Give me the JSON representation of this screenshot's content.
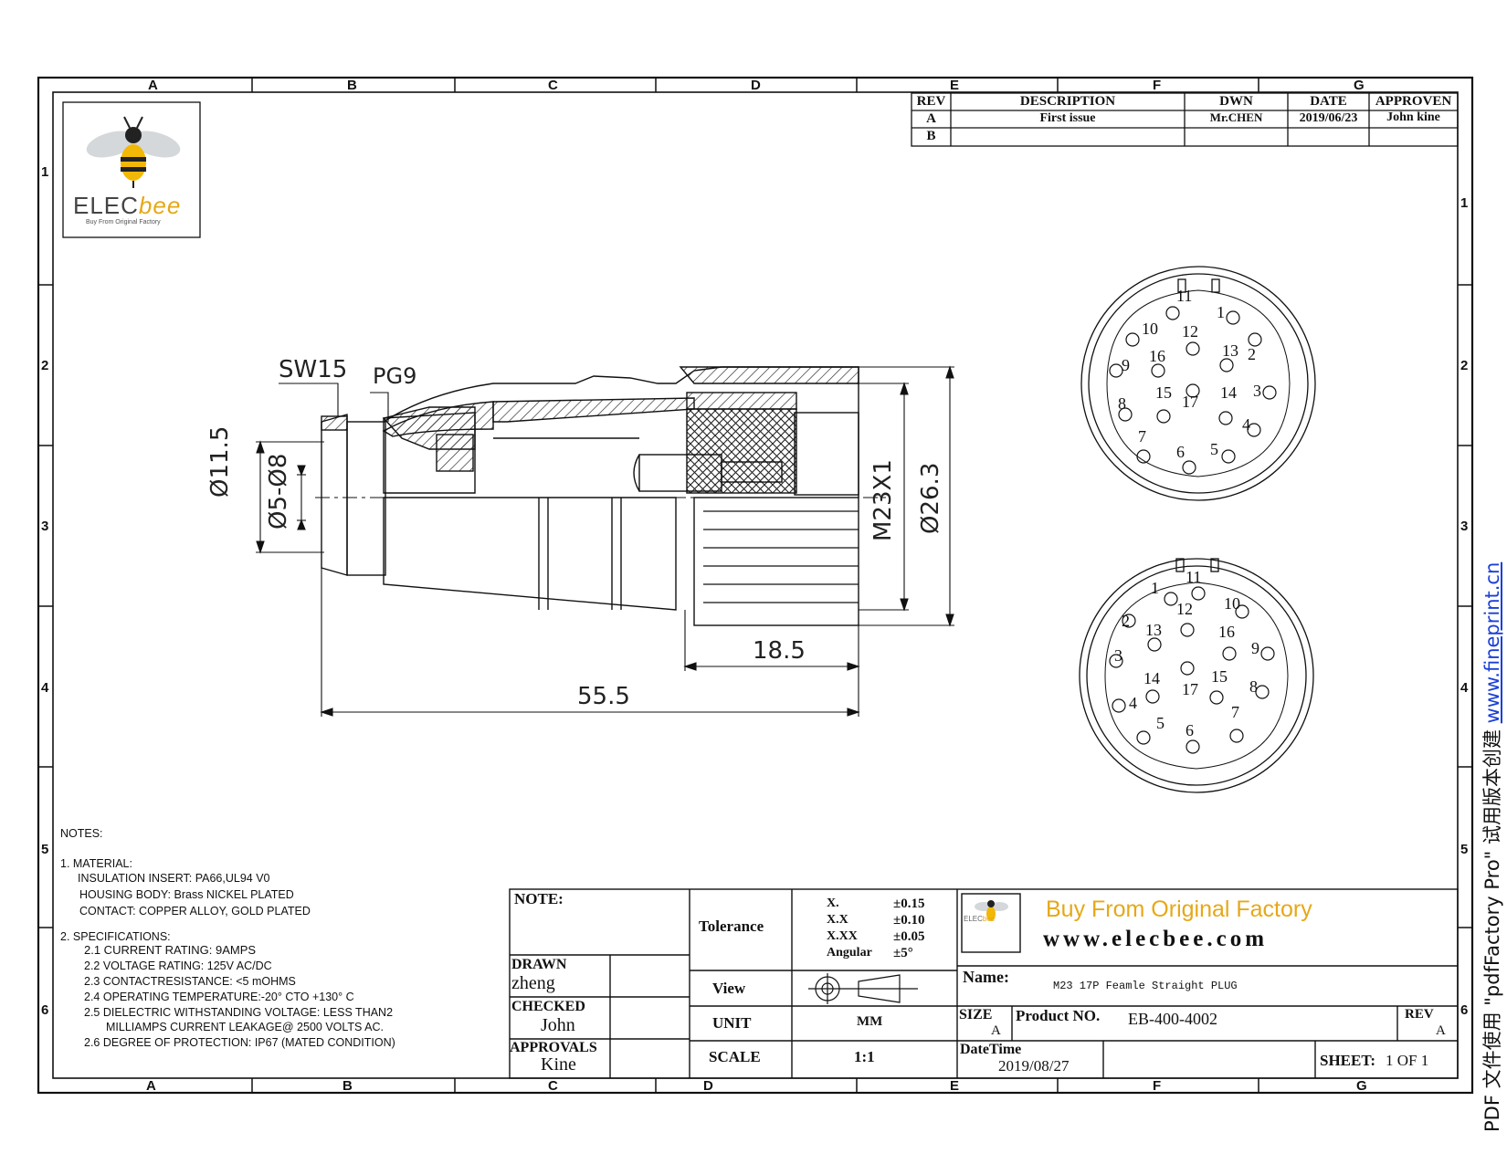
{
  "zones": {
    "top": [
      "A",
      "B",
      "C",
      "D",
      "E",
      "F",
      "G"
    ],
    "bottom": [
      "A",
      "B",
      "C",
      "D",
      "E",
      "F",
      "G"
    ],
    "left": [
      "1",
      "2",
      "3",
      "4",
      "5",
      "6"
    ],
    "right": [
      "1",
      "2",
      "3",
      "4",
      "5",
      "6"
    ]
  },
  "logo": {
    "brand_left": "ELEC",
    "brand_right": "bee",
    "tagline": "Buy From Original Factory"
  },
  "revisions": {
    "headers": [
      "REV",
      "DESCRIPTION",
      "DWN",
      "DATE",
      "APPROVEN"
    ],
    "rows": [
      [
        "A",
        "First issue",
        "Mr.CHEN",
        "2019/06/23",
        "John kine"
      ],
      [
        "B",
        "",
        "",
        "",
        ""
      ]
    ]
  },
  "dimensions": {
    "sw": "SW15",
    "pg": "PG9",
    "d_outer": "Ø11.5",
    "d_cable": "Ø5-Ø8",
    "thread": "M23X1",
    "d_max": "Ø26.3",
    "len_short": "18.5",
    "len_total": "55.5"
  },
  "pinouts": {
    "top": [
      "1",
      "2",
      "3",
      "4",
      "5",
      "6",
      "7",
      "8",
      "9",
      "10",
      "11",
      "12",
      "13",
      "14",
      "15",
      "16",
      "17"
    ],
    "bottom": [
      "1",
      "2",
      "3",
      "4",
      "5",
      "6",
      "7",
      "8",
      "9",
      "10",
      "11",
      "12",
      "13",
      "14",
      "15",
      "16",
      "17"
    ]
  },
  "notes": {
    "heading": "NOTES:",
    "lines": [
      "1.  MATERIAL:",
      "INSULATION INSERT: PA66,UL94 V0",
      "HOUSING BODY: Brass NICKEL PLATED",
      "CONTACT: COPPER ALLOY, GOLD PLATED",
      "2.  SPECIFICATIONS:",
      "2.1 CURRENT RATING: 9AMPS",
      "2.2 VOLTAGE RATING: 125V AC/DC",
      "2.3 CONTACTRESISTANCE: <5 mOHMS",
      "2.4 OPERATING TEMPERATURE:-20° CTO +130° C",
      "2.5 DIELECTRIC WITHSTANDING VOLTAGE: LESS THAN2",
      "MILLIAMPS CURRENT LEAKAGE@ 2500 VOLTS AC.",
      "2.6 DEGREE OF PROTECTION: IP67 (MATED CONDITION)"
    ]
  },
  "title_block": {
    "note_label": "NOTE:",
    "drawn_label": "DRAWN",
    "drawn": "zheng",
    "checked_label": "CHECKED",
    "checked": "John",
    "approvals_label": "APPROVALS",
    "approvals": "Kine",
    "tolerance_label": "Tolerance",
    "tolerances": [
      [
        "X.",
        "±0.15"
      ],
      [
        "X.X",
        "±0.10"
      ],
      [
        "X.XX",
        "±0.05"
      ],
      [
        "Angular",
        "±5°"
      ]
    ],
    "view_label": "View",
    "unit_label": "UNIT",
    "unit": "MM",
    "scale_label": "SCALE",
    "scale": "1:1",
    "slogan": "Buy From Original  Factory",
    "website": "www.elecbee.com",
    "name_label": "Name:",
    "name": "M23 17P Feamle Straight PLUG",
    "size_label": "SIZE",
    "size": "A",
    "product_label": "Product NO.",
    "product": "EB-400-4002",
    "rev_label": "REV",
    "rev": "A",
    "datetime_label": "DateTime",
    "datetime": "2019/08/27",
    "sheet_label": "SHEET:",
    "sheet": "1 OF 1"
  },
  "watermark": {
    "prefix": "PDF 文件使用 \"pdfFactory Pro\" 试用版本创建 ",
    "url": "www.fineprint.cn"
  },
  "colors": {
    "line": "#111111",
    "slogan": "#e6a817",
    "watermark_link": "#1a3fd6"
  }
}
